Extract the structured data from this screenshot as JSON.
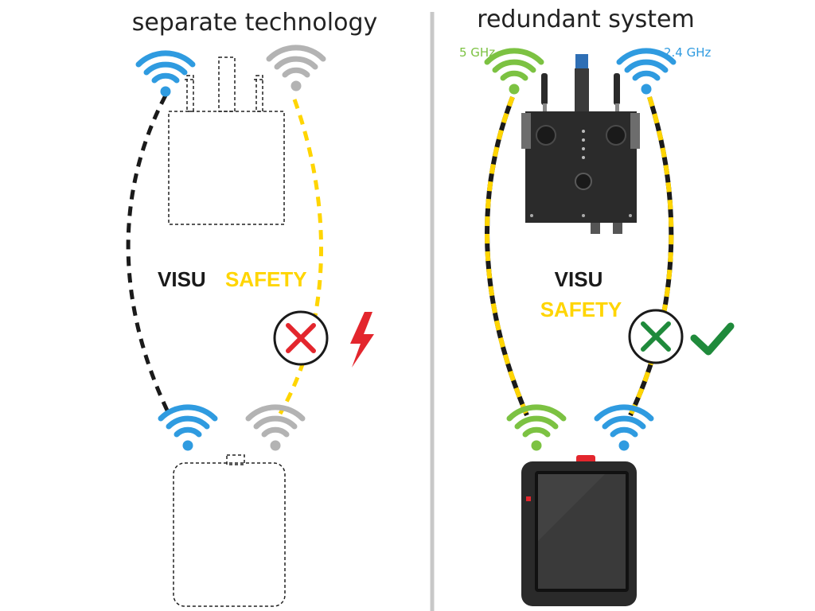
{
  "panels": {
    "left": {
      "title": "separate technology",
      "visu_label": "VISU",
      "safety_label": "SAFETY",
      "status_icon": "x-circle-icon",
      "alert_icon": "lightning-icon"
    },
    "right": {
      "title": "redundant system",
      "freq_left": "5 GHz",
      "freq_right": "2.4 GHz",
      "visu_label": "VISU",
      "safety_label": "SAFETY",
      "status_icon": "x-circle-icon",
      "ok_icon": "checkmark-icon"
    }
  },
  "colors": {
    "blue": "#2f9be0",
    "gray": "#b3b3b3",
    "green": "#7cc242",
    "yellow": "#ffd500",
    "black": "#1a1a1a",
    "red": "#e3262d",
    "dark_green": "#1f8a3b",
    "divider": "#c8c8c8"
  }
}
